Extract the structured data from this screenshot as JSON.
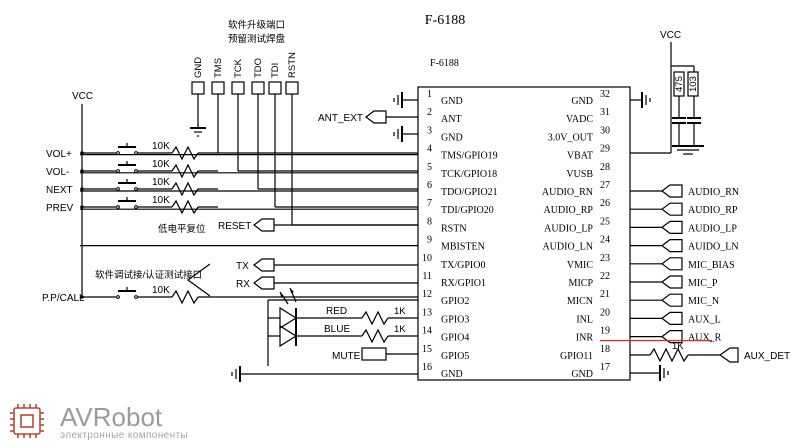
{
  "title": "F-6188",
  "chip": {
    "name": "F-6188",
    "left_pins": [
      {
        "num": "1",
        "name": "GND"
      },
      {
        "num": "2",
        "name": "ANT"
      },
      {
        "num": "3",
        "name": "GND"
      },
      {
        "num": "4",
        "name": "TMS/GPIO19"
      },
      {
        "num": "5",
        "name": "TCK/GPIO18"
      },
      {
        "num": "6",
        "name": "TDO/GPIO21"
      },
      {
        "num": "7",
        "name": "TDI/GPIO20"
      },
      {
        "num": "8",
        "name": "RSTN"
      },
      {
        "num": "9",
        "name": "MBISTEN"
      },
      {
        "num": "10",
        "name": "TX/GPIO0"
      },
      {
        "num": "11",
        "name": "RX/GPIO1"
      },
      {
        "num": "12",
        "name": "GPIO2"
      },
      {
        "num": "13",
        "name": "GPIO3"
      },
      {
        "num": "14",
        "name": "GPIO4"
      },
      {
        "num": "15",
        "name": "GPIO5"
      },
      {
        "num": "16",
        "name": "GND"
      }
    ],
    "right_pins": [
      {
        "num": "32",
        "name": "GND"
      },
      {
        "num": "31",
        "name": "VADC"
      },
      {
        "num": "30",
        "name": "3.0V_OUT"
      },
      {
        "num": "29",
        "name": "VBAT"
      },
      {
        "num": "28",
        "name": "VUSB"
      },
      {
        "num": "27",
        "name": "AUDIO_RN"
      },
      {
        "num": "26",
        "name": "AUDIO_RP"
      },
      {
        "num": "25",
        "name": "AUDIO_LP"
      },
      {
        "num": "24",
        "name": "AUDIO_LN"
      },
      {
        "num": "23",
        "name": "VMIC"
      },
      {
        "num": "22",
        "name": "MICP"
      },
      {
        "num": "21",
        "name": "MICN"
      },
      {
        "num": "20",
        "name": "INL"
      },
      {
        "num": "19",
        "name": "INR"
      },
      {
        "num": "18",
        "name": "GPIO11"
      },
      {
        "num": "17",
        "name": "GND"
      }
    ]
  },
  "right_nets": [
    "AUDIO_RN",
    "AUDIO_RP",
    "AUDIO_LP",
    "AUIDO_LN",
    "MIC_BIAS",
    "MIC_P",
    "MIC_N",
    "AUX_L",
    "AUX_R"
  ],
  "aux_det": {
    "label": "AUX_DET",
    "resistor": "1K"
  },
  "test_header": {
    "caption_line1": "软件升级端口",
    "caption_line2": "预留测试焊盘",
    "pins": [
      "GND",
      "TMS",
      "TCK",
      "TDO",
      "TDI",
      "RSTN"
    ]
  },
  "ant_ext": "ANT_EXT",
  "reset": {
    "label": "RESET",
    "note": "低电平复位"
  },
  "uart": {
    "note": "软件调试接/认证测试接口",
    "tx": "TX",
    "rx": "RX"
  },
  "buttons": [
    {
      "label": "VOL+",
      "resistor": "10K"
    },
    {
      "label": "VOL-",
      "resistor": "10K"
    },
    {
      "label": "NEXT",
      "resistor": "10K"
    },
    {
      "label": "PREV",
      "resistor": "10K"
    },
    {
      "label": "P.P/CALL",
      "resistor": "10K"
    }
  ],
  "vcc_labels": [
    "VCC",
    "VCC"
  ],
  "leds": [
    {
      "label": "RED",
      "resistor": "1K"
    },
    {
      "label": "BLUE",
      "resistor": "1K"
    }
  ],
  "mute": "MUTE",
  "caps": [
    "475",
    "103"
  ],
  "logo": {
    "name": "AVRobot",
    "subtitle": "электронные компоненты"
  },
  "colors": {
    "ink": "#000000",
    "logo": "#9b9b9b",
    "aux_r_mark": "#c0392b"
  }
}
